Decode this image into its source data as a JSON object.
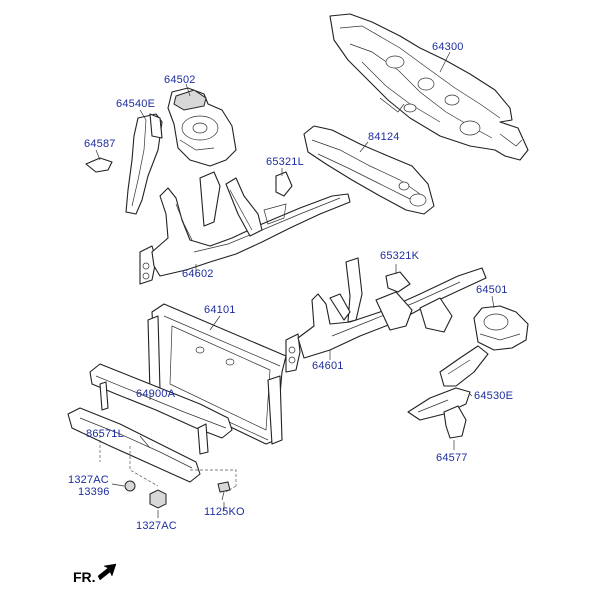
{
  "diagram": {
    "parts": [
      {
        "id": "p64300",
        "label": "64300"
      },
      {
        "id": "p64502",
        "label": "64502"
      },
      {
        "id": "p64540E",
        "label": "64540E"
      },
      {
        "id": "p84124",
        "label": "84124"
      },
      {
        "id": "p64587",
        "label": "64587"
      },
      {
        "id": "p65321L",
        "label": "65321L"
      },
      {
        "id": "p64602",
        "label": "64602"
      },
      {
        "id": "p65321K",
        "label": "65321K"
      },
      {
        "id": "p64501",
        "label": "64501"
      },
      {
        "id": "p64101",
        "label": "64101"
      },
      {
        "id": "p64601",
        "label": "64601"
      },
      {
        "id": "p64900A",
        "label": "64900A"
      },
      {
        "id": "p64530E",
        "label": "64530E"
      },
      {
        "id": "p86571L",
        "label": "86571L"
      },
      {
        "id": "p64577",
        "label": "64577"
      },
      {
        "id": "p1327AC_a",
        "label": "1327AC"
      },
      {
        "id": "p13396",
        "label": "13396"
      },
      {
        "id": "p1327AC_b",
        "label": "1327AC"
      },
      {
        "id": "p1125KO",
        "label": "1125KO"
      }
    ],
    "direction_label": "FR.",
    "colors": {
      "label": "#1e2ea0",
      "line": "#222222"
    }
  }
}
